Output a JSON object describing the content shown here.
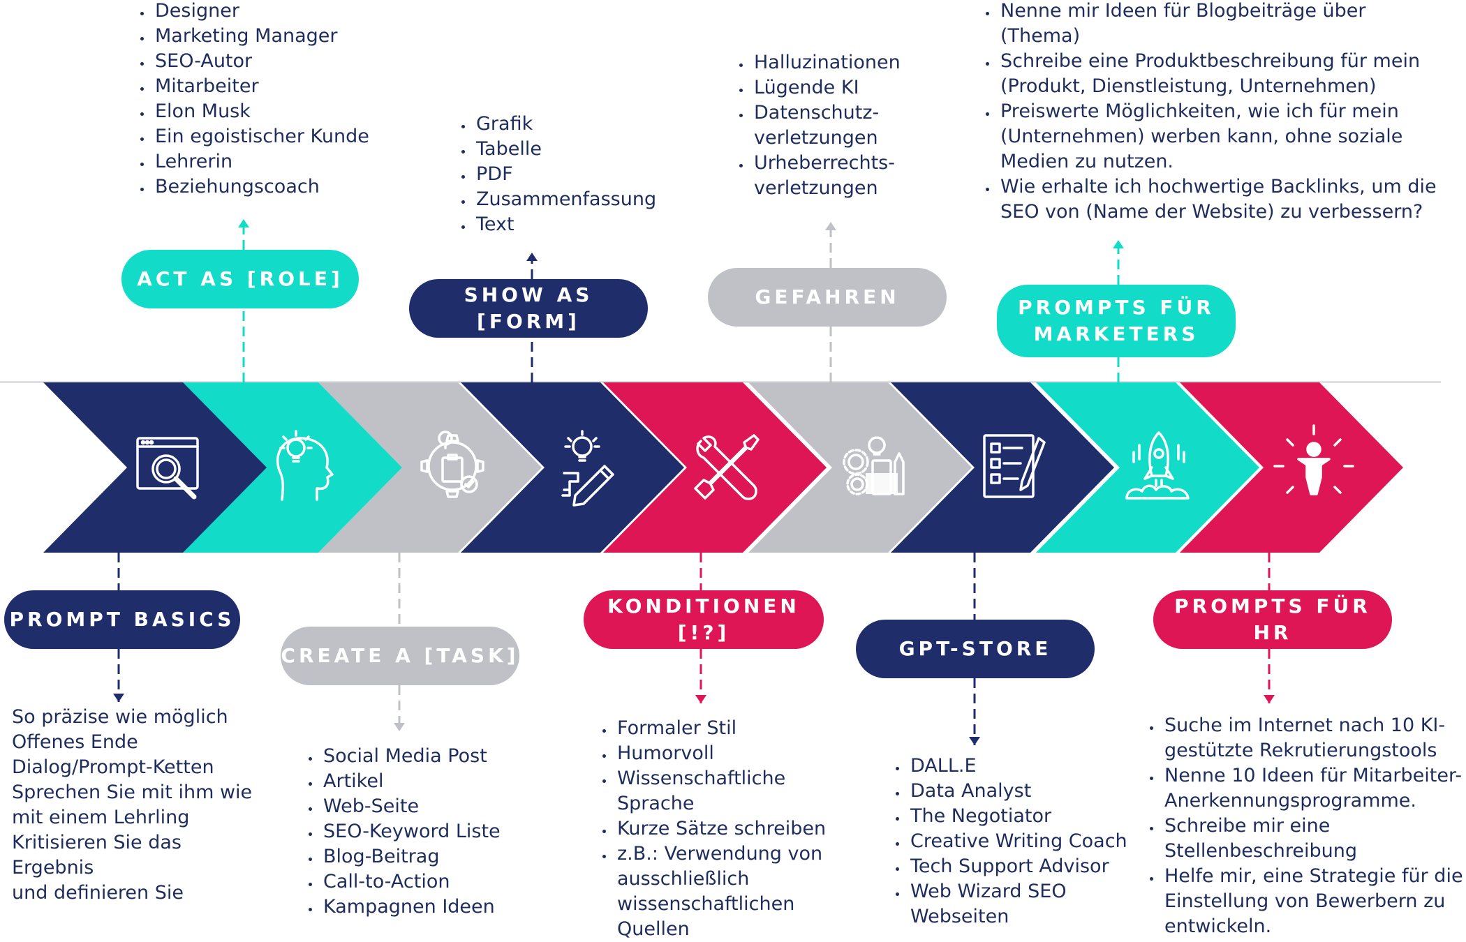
{
  "stages": [
    {
      "id": "prompt-basics",
      "label": "PROMPT BASICS",
      "color": "#1f2d6b",
      "icon": "browser-search-icon"
    },
    {
      "id": "act-as-role",
      "label": "ACT AS [ROLE]",
      "color": "#12dbc8",
      "icon": "head-lightbulb-icon"
    },
    {
      "id": "create-a-task",
      "label": "CREATE A [TASK]",
      "color": "#bfc1c6",
      "icon": "gear-clipboard-icon"
    },
    {
      "id": "show-as-form",
      "label": "SHOW AS [FORM]",
      "color": "#1f2d6b",
      "icon": "lightbulb-pencil-icon"
    },
    {
      "id": "konditionen",
      "label": "KONDITIONEN [!?]",
      "color": "#df1656",
      "icon": "wrench-screwdriver-icon"
    },
    {
      "id": "gefahren",
      "label": "GEFAHREN",
      "color": "#bfc1c6",
      "icon": "gears-idea-icon"
    },
    {
      "id": "gpt-store",
      "label": "GPT-STORE",
      "color": "#1f2d6b",
      "icon": "checklist-pen-icon"
    },
    {
      "id": "prompts-marketers",
      "label": "PROMPTS FÜR\nMARKETERS",
      "color": "#12dbc8",
      "icon": "rocket-icon"
    },
    {
      "id": "prompts-hr",
      "label": "PROMPTS FÜR HR",
      "color": "#df1656",
      "icon": "person-burst-icon"
    }
  ],
  "lists": {
    "prompt_basics": [
      "So präzise wie möglich",
      "Offenes Ende",
      "Dialog/Prompt-Ketten",
      "Sprechen Sie mit ihm wie",
      "mit einem Lehrling",
      "Kritisieren Sie das Ergebnis",
      "und definieren Sie"
    ],
    "act_as_role": [
      "Designer",
      "Marketing Manager",
      "SEO-Autor",
      "Mitarbeiter",
      "Elon Musk",
      "Ein egoistischer Kunde",
      "Lehrerin",
      "Beziehungscoach"
    ],
    "create_a_task": [
      "Social Media Post",
      "Artikel",
      "Web-Seite",
      "SEO-Keyword Liste",
      "Blog-Beitrag",
      "Call-to-Action",
      "Kampagnen Ideen"
    ],
    "show_as_form": [
      "Grafik",
      "Tabelle",
      "PDF",
      "Zusammenfassung",
      "Text"
    ],
    "konditionen": [
      "Formaler Stil",
      "Humorvoll",
      "Wissenschaftliche Sprache",
      "Kurze Sätze schreiben",
      "z.B.: Verwendung von ausschließlich wissenschaftlichen Quellen"
    ],
    "gefahren": [
      "Halluzinationen",
      "Lügende KI",
      "Datenschutz-verletzungen",
      "Urheberrechts-verletzungen"
    ],
    "gpt_store": [
      "DALL.E",
      "Data Analyst",
      "The Negotiator",
      "Creative Writing Coach",
      "Tech Support Advisor",
      "Web Wizard SEO Webseiten"
    ],
    "prompts_marketers": [
      "Nenne mir Ideen für Blogbeiträge über (Thema)",
      "Schreibe eine Produktbeschreibung für mein (Produkt, Dienstleistung, Unternehmen)",
      "Preiswerte Möglichkeiten, wie ich für mein (Unternehmen) werben kann, ohne soziale Medien zu nutzen.",
      "Wie erhalte ich hochwertige Backlinks, um die SEO von (Name der Website) zu verbessern?"
    ],
    "prompts_hr": [
      "Suche im Internet nach 10 KI-gestützte Rekrutierungstools",
      "Nenne 10 Ideen für Mitarbeiter-Anerkennungsprogramme.",
      "Schreibe mir eine Stellenbeschreibung",
      "Helfe mir, eine Strategie für die Einstellung von Bewerbern zu entwickeln."
    ]
  }
}
